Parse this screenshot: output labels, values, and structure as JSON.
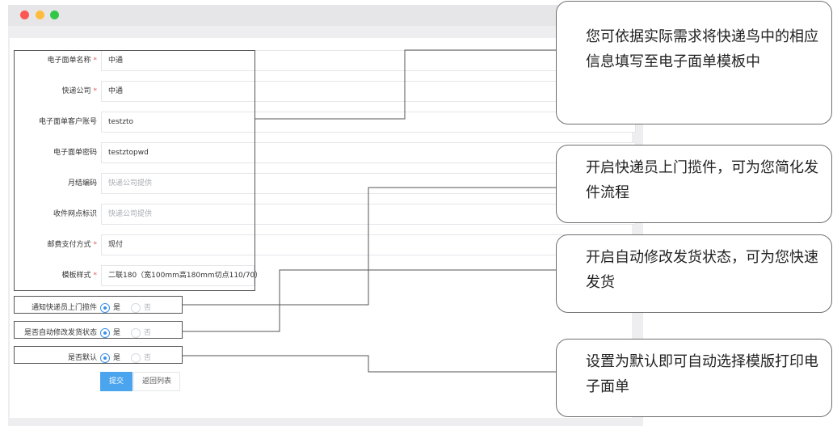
{
  "form": {
    "fields": [
      {
        "label": "电子面单名称",
        "required": true,
        "value": "中通",
        "placeholder": false
      },
      {
        "label": "快递公司",
        "required": true,
        "value": "中通",
        "placeholder": false
      },
      {
        "label": "电子面单客户账号",
        "required": false,
        "value": "testzto",
        "placeholder": false
      },
      {
        "label": "电子面单密码",
        "required": false,
        "value": "testztopwd",
        "placeholder": false
      },
      {
        "label": "月结编码",
        "required": false,
        "value": "快递公司提供",
        "placeholder": true
      },
      {
        "label": "收件网点标识",
        "required": false,
        "value": "快递公司提供",
        "placeholder": true
      },
      {
        "label": "邮费支付方式",
        "required": true,
        "value": "现付",
        "placeholder": false
      },
      {
        "label": "模板样式",
        "required": true,
        "value": "二联180（宽100mm高180mm切点110/70）",
        "placeholder": false
      }
    ],
    "required_mark": "*",
    "options": [
      {
        "label": "通知快递员上门揽件",
        "yes": "是",
        "no": "否",
        "selected": "yes"
      },
      {
        "label": "是否自动修改发货状态",
        "yes": "是",
        "no": "否",
        "selected": "yes"
      },
      {
        "label": "是否默认",
        "yes": "是",
        "no": "否",
        "selected": "yes"
      }
    ],
    "submit_label": "提交",
    "back_label": "返回列表"
  },
  "callouts": [
    {
      "text": "您可依据实际需求将快递鸟中的相应信息填写至电子面单模板中"
    },
    {
      "text": "开启快递员上门揽件，可为您简化发件流程"
    },
    {
      "text": "开启自动修改发货状态，可为您快速发货"
    },
    {
      "text": "设置为默认即可自动选择模版打印电子面单"
    }
  ],
  "colors": {
    "accent": "#3a8ee6",
    "primary_button": "#4aa4ee",
    "required": "#e05a5a"
  }
}
